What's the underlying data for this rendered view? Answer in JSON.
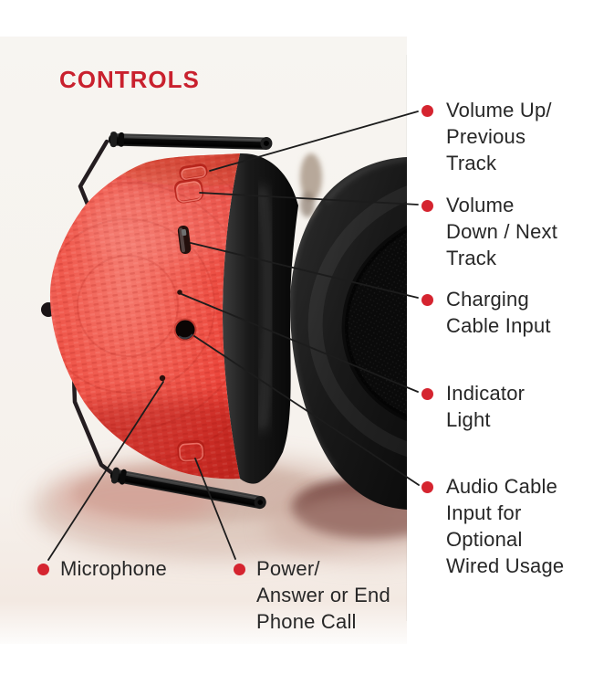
{
  "title": "CONTROLS",
  "colors": {
    "accent_red": "#c9212e",
    "bullet_red": "#d5242f",
    "leader_line": "#1c1c1c",
    "label_text": "#272727",
    "earmuff_red": "#ee4b41",
    "earmuff_black": "#141414",
    "background": "#ffffff"
  },
  "callouts": [
    {
      "id": "volume-up",
      "lines": [
        "Volume Up/",
        "Previous",
        "Track"
      ]
    },
    {
      "id": "volume-down",
      "lines": [
        "Volume",
        "Down / Next",
        "Track"
      ]
    },
    {
      "id": "charging",
      "lines": [
        "Charging",
        "Cable Input"
      ]
    },
    {
      "id": "indicator",
      "lines": [
        "Indicator",
        "Light"
      ]
    },
    {
      "id": "audio",
      "lines": [
        "Audio Cable",
        "Input for",
        "Optional",
        "Wired Usage"
      ]
    },
    {
      "id": "microphone",
      "lines": [
        "Microphone"
      ]
    },
    {
      "id": "power",
      "lines": [
        "Power/",
        "Answer or End",
        "Phone Call"
      ]
    }
  ],
  "icons": {
    "bullet": "red-dot-marker"
  }
}
